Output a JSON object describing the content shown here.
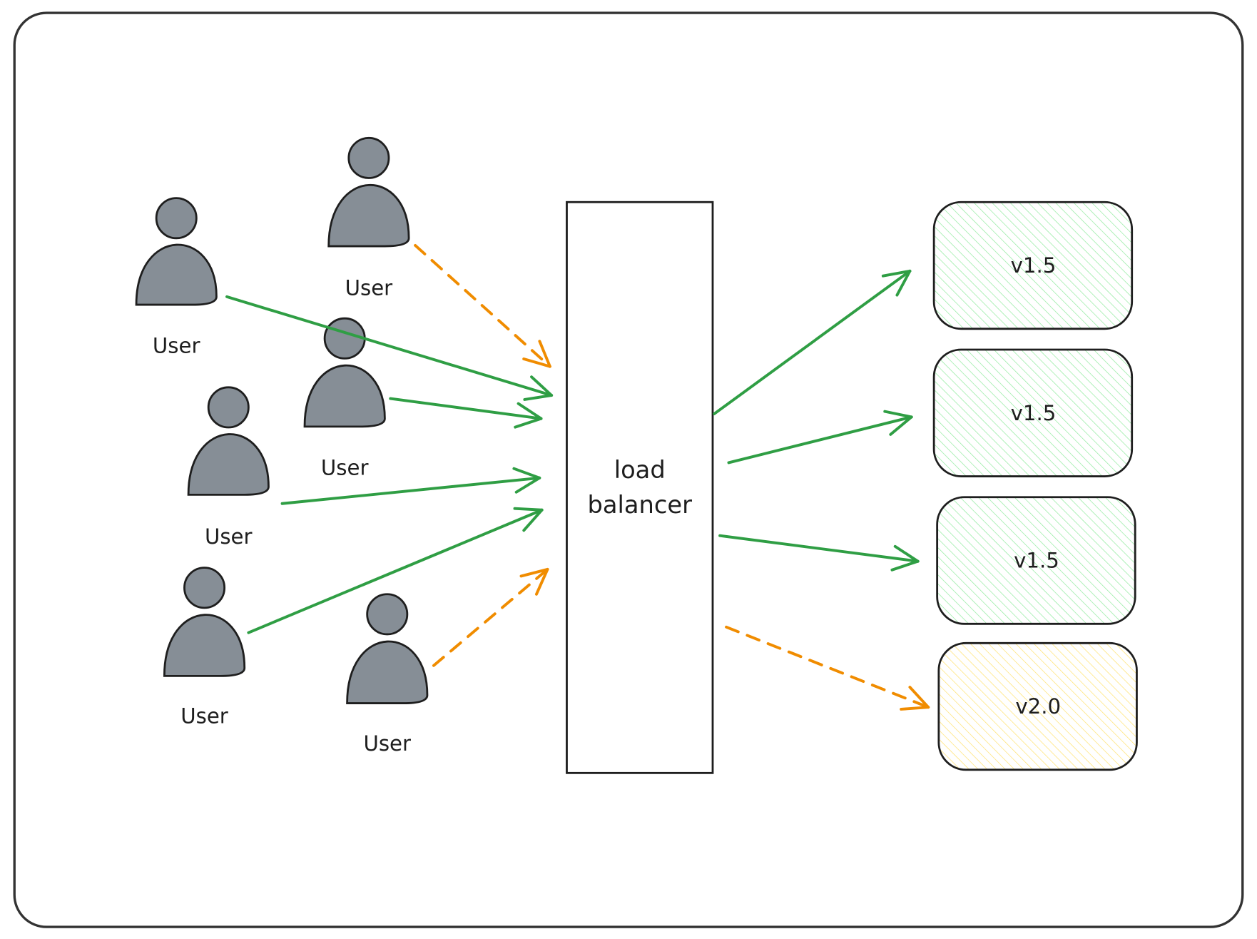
{
  "users": [
    {
      "label": "User"
    },
    {
      "label": "User"
    },
    {
      "label": "User"
    },
    {
      "label": "User"
    },
    {
      "label": "User"
    },
    {
      "label": "User"
    }
  ],
  "load_balancer": {
    "line1": "load",
    "line2": "balancer"
  },
  "servers": [
    {
      "label": "v1.5",
      "status": "stable"
    },
    {
      "label": "v1.5",
      "status": "stable"
    },
    {
      "label": "v1.5",
      "status": "stable"
    },
    {
      "label": "v2.0",
      "status": "canary"
    }
  ],
  "colors": {
    "stable_arrow": "#2f9e44",
    "canary_arrow": "#f08c00",
    "user_fill": "#868e96",
    "stable_fill": "#b2f2bb",
    "canary_fill": "#ffec99"
  }
}
